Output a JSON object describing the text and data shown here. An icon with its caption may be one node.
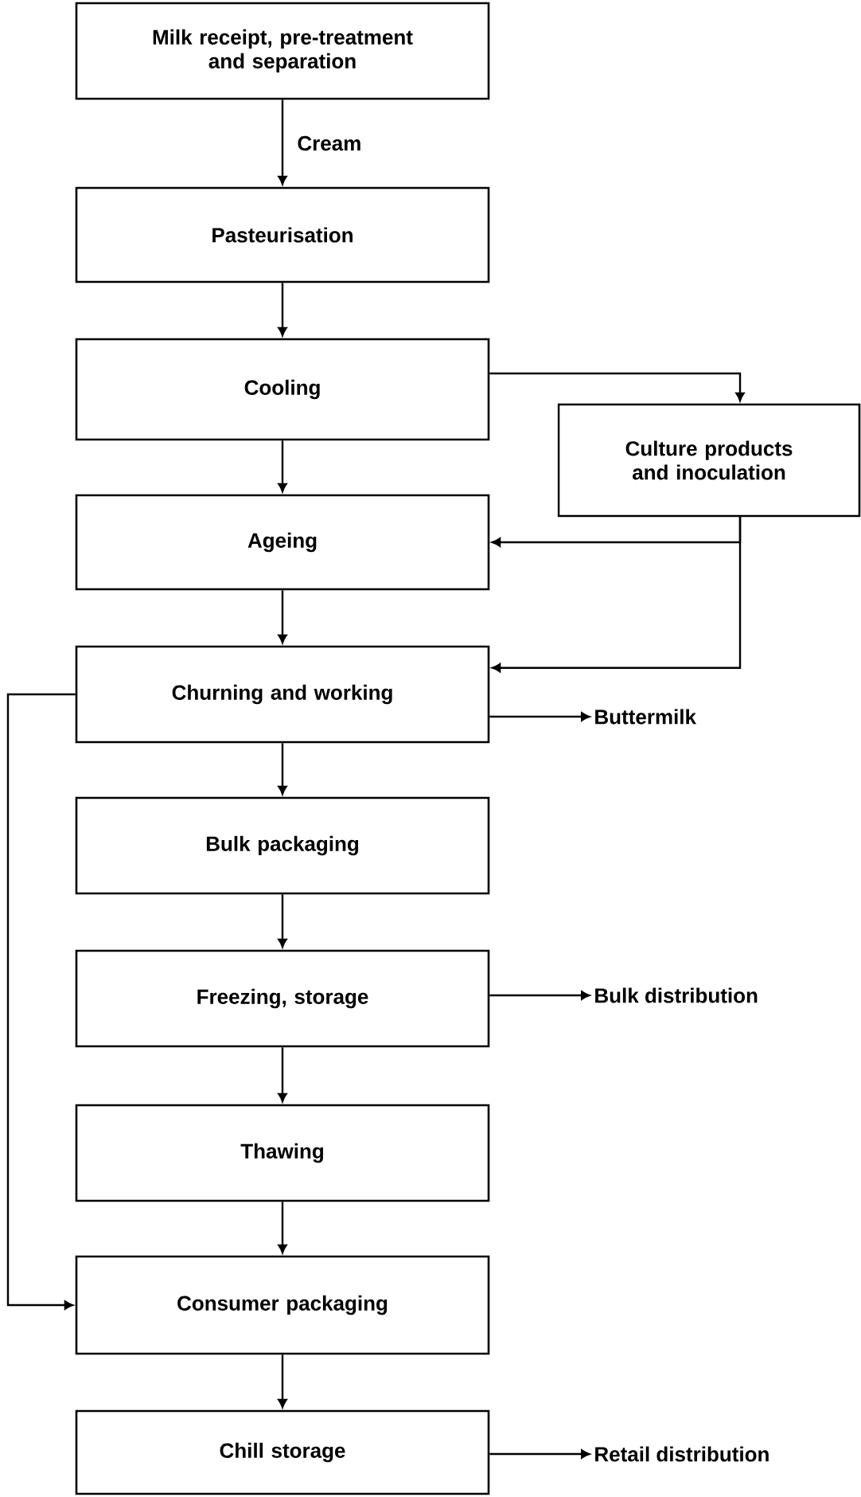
{
  "diagram": {
    "nodes": [
      {
        "text": [
          "Milk receipt, pre-treatment and separation"
        ]
      },
      {
        "text": [
          "Pasteurisation"
        ]
      },
      {
        "text": [
          "Cooling"
        ]
      },
      {
        "text": [
          "Culture products and inoculation"
        ]
      },
      {
        "text": [
          "Ageing"
        ]
      },
      {
        "text": [
          "Churning and working"
        ]
      },
      {
        "text": [
          "Buttermilk"
        ]
      },
      {
        "text": [
          "Bulk packaging"
        ]
      },
      {
        "text": [
          "Freezing, storage"
        ]
      },
      {
        "text": [
          "Bulk distribution"
        ]
      },
      {
        "text": [
          "Thawing"
        ]
      },
      {
        "text": [
          "Consumer packaging"
        ]
      },
      {
        "text": [
          "Chill storage"
        ]
      },
      {
        "text": [
          "Retail distribution"
        ]
      }
    ],
    "edges": [
      {
        "from": 0,
        "to": 1,
        "arrow": "to",
        "label": "Cream"
      },
      {
        "from": 1,
        "to": 2,
        "arrow": "to"
      },
      {
        "from": 2,
        "to": 3,
        "arrow": "to"
      },
      {
        "from": 2,
        "to": 4,
        "arrow": "to"
      },
      {
        "from": 3,
        "to": 4,
        "arrow": "to"
      },
      {
        "from": 3,
        "to": 5,
        "arrow": "to"
      },
      {
        "from": 4,
        "to": 5,
        "arrow": "to"
      },
      {
        "from": 5,
        "to": 6,
        "arrow": "to"
      },
      {
        "from": 5,
        "to": 7,
        "arrow": "to"
      },
      {
        "from": 5,
        "to": 11,
        "arrow": "to"
      },
      {
        "from": 7,
        "to": 8,
        "arrow": "to"
      },
      {
        "from": 8,
        "to": 9,
        "arrow": "to"
      },
      {
        "from": 8,
        "to": 10,
        "arrow": "to"
      },
      {
        "from": 10,
        "to": 11,
        "arrow": "to"
      },
      {
        "from": 11,
        "to": 12,
        "arrow": "to"
      },
      {
        "from": 12,
        "to": 13,
        "arrow": "to"
      }
    ]
  }
}
